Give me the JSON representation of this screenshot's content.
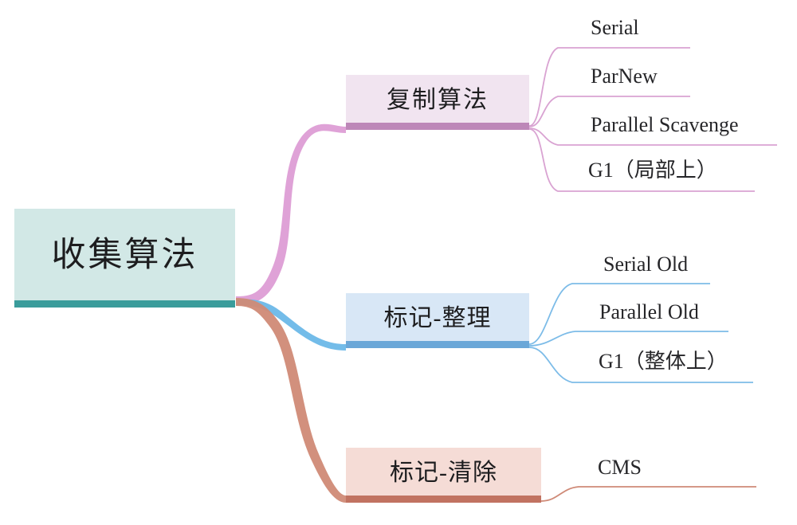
{
  "diagram": {
    "type": "mind-map",
    "title_node": "收集算法",
    "orientation": "left-to-right",
    "background": "#ffffff"
  },
  "root": {
    "label": "收集算法",
    "fill": "#d2e8e6",
    "bar_color": "#3a9c9b"
  },
  "branches": [
    {
      "label": "复制算法",
      "fill": "#f1e4f0",
      "bar_color": "#bd87b8",
      "line_color": "#dc9ad4",
      "leaves": [
        {
          "label": "Serial"
        },
        {
          "label": "ParNew"
        },
        {
          "label": "Parallel Scavenge"
        },
        {
          "label": "G1（局部上）"
        }
      ]
    },
    {
      "label": "标记-整理",
      "fill": "#d8e7f6",
      "bar_color": "#6aa7d8",
      "line_color": "#6cb8e8",
      "leaves": [
        {
          "label": "Serial Old"
        },
        {
          "label": "Parallel Old"
        },
        {
          "label": "G1（整体上）"
        }
      ]
    },
    {
      "label": "标记-清除",
      "fill": "#f5dcd6",
      "bar_color": "#c17361",
      "line_color": "#d08a76",
      "leaves": [
        {
          "label": "CMS"
        }
      ]
    }
  ]
}
